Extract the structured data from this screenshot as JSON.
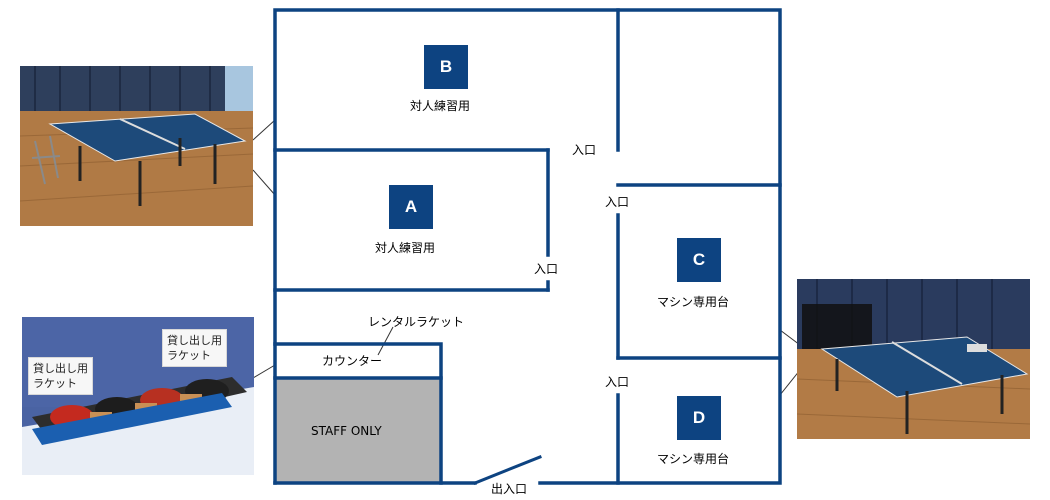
{
  "rooms": {
    "a": {
      "badge": "A",
      "label": "対人練習用"
    },
    "b": {
      "badge": "B",
      "label": "対人練習用"
    },
    "c": {
      "badge": "C",
      "label": "マシン専用台"
    },
    "d": {
      "badge": "D",
      "label": "マシン専用台"
    }
  },
  "entrances": {
    "b": "入口",
    "a": "入口",
    "c": "入口",
    "d": "入口",
    "main": "出入口"
  },
  "counter": {
    "label": "カウンター",
    "rental_note": "レンタルラケット"
  },
  "staff": {
    "label": "STAFF ONLY"
  },
  "photo_signs": {
    "sign_left": "貸し出し用\nラケット",
    "sign_right": "貸し出し用\nラケット"
  },
  "colors": {
    "wall": "#0d4381",
    "badge": "#0d4381",
    "staff_area": "#b3b3b3"
  }
}
